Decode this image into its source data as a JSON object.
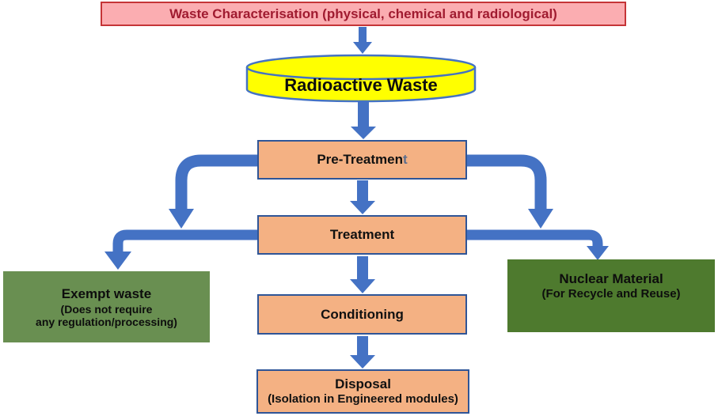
{
  "colors": {
    "arrow": "#4472C4",
    "pink-fill": "#FBADB1",
    "pink-border": "#C53437",
    "pink-text": "#A01B30",
    "yellow-fill": "#FFFF00",
    "cylinder-border": "#4472C4",
    "orange-fill": "#F4B183",
    "orange-border": "#2F5597",
    "green-left-fill": "#698F51",
    "green-right-fill": "#4E7A2E",
    "pretreatment-tail": "#5B6E8E"
  },
  "nodes": {
    "characterisation": {
      "label": "Waste Characterisation (physical, chemical and radiological)"
    },
    "radioactive_waste": {
      "label": "Radioactive Waste"
    },
    "pre_treatment": {
      "label_main": "Pre-Treatmen",
      "label_tail": "t"
    },
    "treatment": {
      "label": "Treatment"
    },
    "conditioning": {
      "label": "Conditioning"
    },
    "disposal": {
      "label": "Disposal",
      "subtitle": "(Isolation in Engineered modules)"
    },
    "exempt_waste": {
      "label": "Exempt waste",
      "line2": "(Does not require",
      "line3": "any regulation/processing)"
    },
    "nuclear_material": {
      "label": "Nuclear Material",
      "subtitle": "(For Recycle and Reuse)"
    }
  }
}
